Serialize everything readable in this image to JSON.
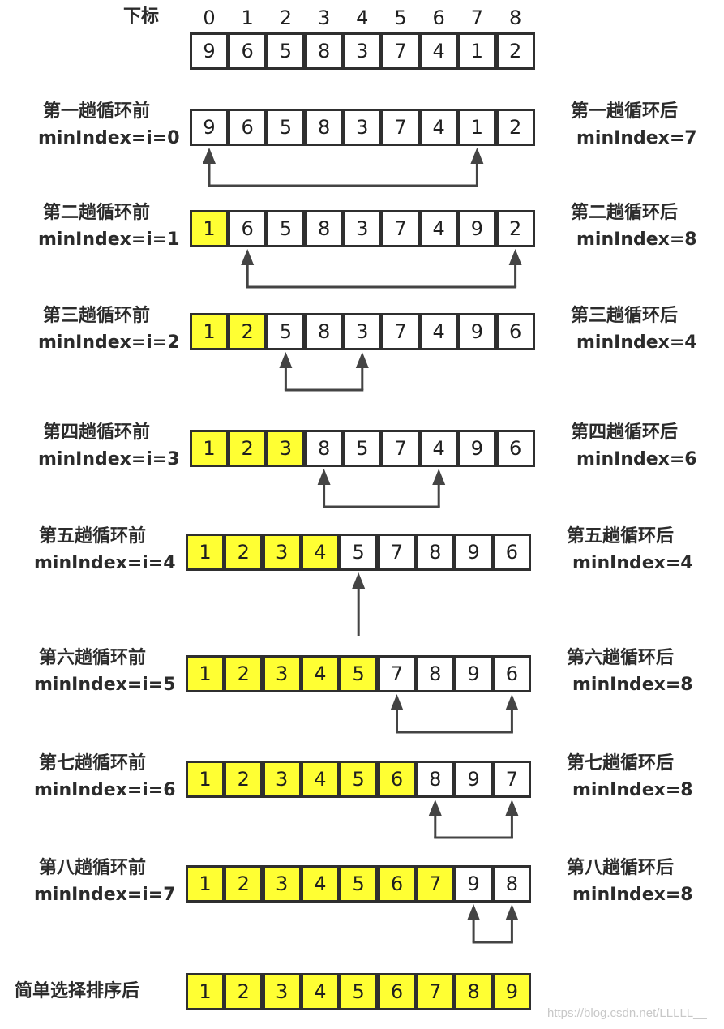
{
  "header": {
    "index_label": "下标",
    "indexes": [
      "0",
      "1",
      "2",
      "3",
      "4",
      "5",
      "6",
      "7",
      "8"
    ],
    "values": [
      "9",
      "6",
      "5",
      "8",
      "3",
      "7",
      "4",
      "1",
      "2"
    ]
  },
  "passes": [
    {
      "before_title": "第一趟循环前",
      "before_sub": "minIndex=i=0",
      "after_title": "第一趟循环后",
      "after_sub": "minIndex=7",
      "values": [
        "9",
        "6",
        "5",
        "8",
        "3",
        "7",
        "4",
        "1",
        "2"
      ],
      "sorted_count": 0,
      "arrow": [
        0,
        7
      ]
    },
    {
      "before_title": "第二趟循环前",
      "before_sub": "minIndex=i=1",
      "after_title": "第二趟循环后",
      "after_sub": "minIndex=8",
      "values": [
        "1",
        "6",
        "5",
        "8",
        "3",
        "7",
        "4",
        "9",
        "2"
      ],
      "sorted_count": 1,
      "arrow": [
        1,
        8
      ]
    },
    {
      "before_title": "第三趟循环前",
      "before_sub": "minIndex=i=2",
      "after_title": "第三趟循环后",
      "after_sub": "minIndex=4",
      "values": [
        "1",
        "2",
        "5",
        "8",
        "3",
        "7",
        "4",
        "9",
        "6"
      ],
      "sorted_count": 2,
      "arrow": [
        2,
        4
      ]
    },
    {
      "before_title": "第四趟循环前",
      "before_sub": "minIndex=i=3",
      "after_title": "第四趟循环后",
      "after_sub": "minIndex=6",
      "values": [
        "1",
        "2",
        "3",
        "8",
        "5",
        "7",
        "4",
        "9",
        "6"
      ],
      "sorted_count": 3,
      "arrow": [
        3,
        6
      ]
    },
    {
      "before_title": "第五趟循环前",
      "before_sub": "minIndex=i=4",
      "after_title": "第五趟循环后",
      "after_sub": "minIndex=4",
      "values": [
        "1",
        "2",
        "3",
        "4",
        "5",
        "7",
        "8",
        "9",
        "6"
      ],
      "sorted_count": 4,
      "arrow": [
        4,
        4
      ]
    },
    {
      "before_title": "第六趟循环前",
      "before_sub": "minIndex=i=5",
      "after_title": "第六趟循环后",
      "after_sub": "minIndex=8",
      "values": [
        "1",
        "2",
        "3",
        "4",
        "5",
        "7",
        "8",
        "9",
        "6"
      ],
      "sorted_count": 5,
      "arrow": [
        5,
        8
      ]
    },
    {
      "before_title": "第七趟循环前",
      "before_sub": "minIndex=i=6",
      "after_title": "第七趟循环后",
      "after_sub": "minIndex=8",
      "values": [
        "1",
        "2",
        "3",
        "4",
        "5",
        "6",
        "8",
        "9",
        "7"
      ],
      "sorted_count": 6,
      "arrow": [
        6,
        8
      ]
    },
    {
      "before_title": "第八趟循环前",
      "before_sub": "minIndex=i=7",
      "after_title": "第八趟循环后",
      "after_sub": "minIndex=8",
      "values": [
        "1",
        "2",
        "3",
        "4",
        "5",
        "6",
        "7",
        "9",
        "8"
      ],
      "sorted_count": 7,
      "arrow": [
        7,
        8
      ]
    }
  ],
  "final": {
    "label": "简单选择排序后",
    "values": [
      "1",
      "2",
      "3",
      "4",
      "5",
      "6",
      "7",
      "8",
      "9"
    ],
    "sorted_count": 9
  },
  "watermark": "https://blog.csdn.net/LLLLL__",
  "colors": {
    "sorted_fill": "#ffff33",
    "border": "#2f2f2f",
    "arrow": "#444444"
  }
}
